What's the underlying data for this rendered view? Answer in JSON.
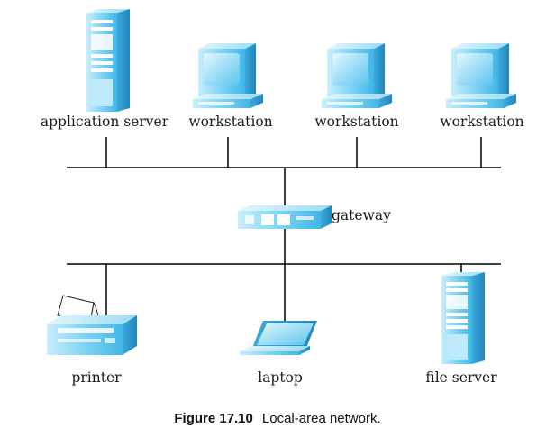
{
  "nodes": {
    "application_server": "application server",
    "workstation_1": "workstation",
    "workstation_2": "workstation",
    "workstation_3": "workstation",
    "gateway": "gateway",
    "printer": "printer",
    "laptop": "laptop",
    "file_server": "file server"
  },
  "caption": {
    "number": "Figure 17.10",
    "text": "Local-area network."
  },
  "colors": {
    "device_blue": "#5ec8ef",
    "device_light": "#bde9fa",
    "device_dark": "#2e9fd2",
    "line": "#000000"
  },
  "icons": {
    "application_server": "tower-server-icon",
    "workstation": "desktop-computer-icon",
    "gateway": "gateway-router-icon",
    "printer": "printer-icon",
    "laptop": "laptop-icon",
    "file_server": "tower-server-icon"
  }
}
